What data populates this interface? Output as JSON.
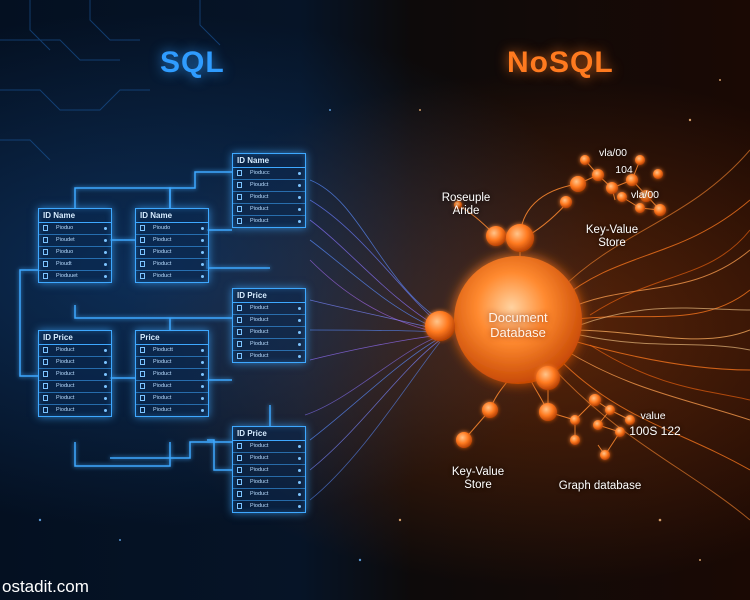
{
  "sql": {
    "title": "SQL",
    "tables": [
      {
        "header": "ID Name",
        "rows": [
          "Pioduo",
          "Pioudet",
          "Pioduo",
          "Pioudt",
          "Pioduuet"
        ]
      },
      {
        "header": "ID Name",
        "rows": [
          "Pioudo",
          "Pioduct",
          "Pioduct",
          "Pioduct",
          "Pioduct"
        ]
      },
      {
        "header": "ID Name",
        "rows": [
          "Pioducc",
          "Pioudct",
          "Pioduct",
          "Pioduct",
          "Pioduct"
        ]
      },
      {
        "header": "ID Price",
        "rows": [
          "Pioduct",
          "Pioduct",
          "Pioduct",
          "Pioduct",
          "Pioduct",
          "Pioduct"
        ]
      },
      {
        "header": "Price",
        "rows": [
          "Pioductt",
          "Pioduct",
          "Pioduct",
          "Pioduct",
          "Pioduct",
          "Pioduct"
        ]
      },
      {
        "header": "ID Price",
        "rows": [
          "Pioduct",
          "Pioduct",
          "Pioduct",
          "Pioduct",
          "Pioduct"
        ]
      },
      {
        "header": "ID Price",
        "rows": [
          "Pioduct",
          "Pioduct",
          "Pioduct",
          "Pioduct",
          "Pioduct",
          "Pioduct"
        ]
      }
    ]
  },
  "nosql": {
    "title": "NoSQL",
    "hub": {
      "line1": "Document",
      "line2": "Database"
    },
    "labels": {
      "roseuple_1": "Roseuple",
      "roseuple_2": "Aride",
      "kv_top_1": "Key-Value",
      "kv_top_2": "Store",
      "kv_bottom_1": "Key-Value",
      "kv_bottom_2": "Store",
      "graph": "Graph database",
      "tr_1": "vla/00",
      "tr_2": "104",
      "tr_3": "vla/00",
      "br_1": "value",
      "br_2": "100S 122"
    }
  },
  "colors": {
    "sql_accent": "#3ea8ff",
    "nosql_accent": "#ff7a1f"
  },
  "watermark": "ostadit.com"
}
